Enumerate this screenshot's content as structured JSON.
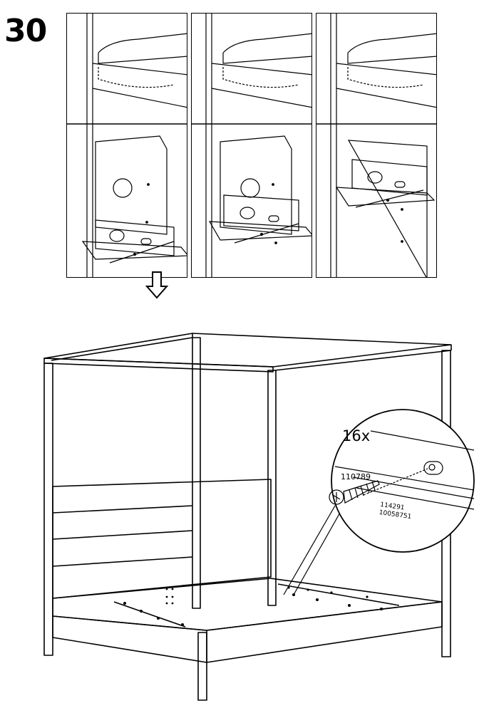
{
  "step": {
    "number": "30"
  },
  "icons": {
    "info": "info-circle-icon",
    "arrow": "down-arrow-icon"
  },
  "detail": {
    "quantity": "16x",
    "part_screw": "110789",
    "part_codes": [
      "114291",
      "10058751"
    ]
  },
  "colors": {
    "line": "#000000",
    "background": "#ffffff"
  }
}
